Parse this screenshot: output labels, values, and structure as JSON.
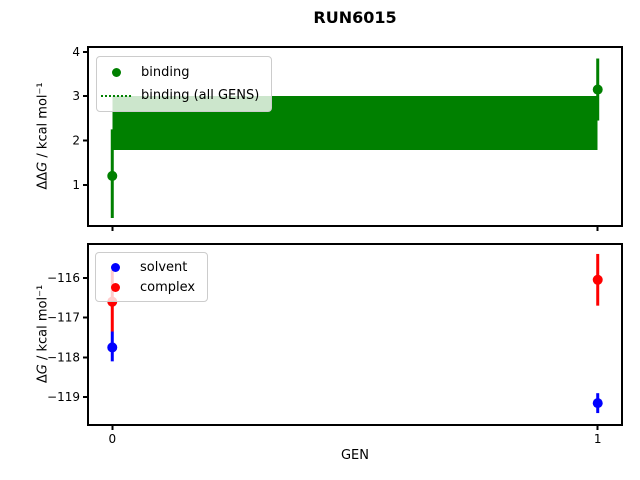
{
  "title": "RUN6015",
  "xlabel": "GEN",
  "colors": {
    "binding": "#008000",
    "solvent": "#0000ff",
    "complex": "#ff0000",
    "axis": "#000000",
    "legend_border": "#cccccc",
    "background": "#ffffff"
  },
  "chart_data": [
    {
      "type": "errorbar",
      "name": "binding",
      "ylabel": "ΔΔG / kcal mol⁻¹",
      "ylabel_parts": {
        "prefix": "ΔΔ",
        "italic": "G",
        "suffix": " / kcal mol⁻¹"
      },
      "xlim": [
        -0.05,
        1.05
      ],
      "ylim": [
        0.07,
        4.11
      ],
      "yticks": [
        {
          "v": 1,
          "label": "1"
        },
        {
          "v": 2,
          "label": "2"
        },
        {
          "v": 3,
          "label": "3"
        },
        {
          "v": 4,
          "label": "4"
        }
      ],
      "xticks": [
        {
          "v": 0,
          "label": "0"
        },
        {
          "v": 1,
          "label": "1"
        }
      ],
      "show_xtick_labels": false,
      "band": {
        "name": "binding (all GENS)",
        "x0": 0,
        "x1": 1,
        "lo": 1.78,
        "hi": 3.0,
        "color_key": "binding"
      },
      "series": [
        {
          "name": "binding",
          "color_key": "binding",
          "points": [
            {
              "x": 0,
              "y": 1.2,
              "lo": 0.25,
              "hi": 2.25
            },
            {
              "x": 1,
              "y": 3.15,
              "lo": 2.45,
              "hi": 3.85
            }
          ]
        }
      ],
      "legend": [
        {
          "label": "binding",
          "marker": "dot",
          "color_key": "binding"
        },
        {
          "label": "binding (all GENS)",
          "marker": "dotted-line",
          "color_key": "binding"
        }
      ]
    },
    {
      "type": "errorbar",
      "name": "free-energy",
      "ylabel": "ΔG / kcal mol⁻¹",
      "ylabel_parts": {
        "prefix": "Δ",
        "italic": "G",
        "suffix": " / kcal mol⁻¹"
      },
      "xlim": [
        -0.05,
        1.05
      ],
      "ylim": [
        -119.7,
        -115.15
      ],
      "yticks": [
        {
          "v": -116,
          "label": "−116"
        },
        {
          "v": -117,
          "label": "−117"
        },
        {
          "v": -118,
          "label": "−118"
        },
        {
          "v": -119,
          "label": "−119"
        }
      ],
      "xticks": [
        {
          "v": 0,
          "label": "0"
        },
        {
          "v": 1,
          "label": "1"
        }
      ],
      "show_xtick_labels": true,
      "series": [
        {
          "name": "solvent",
          "color_key": "solvent",
          "points": [
            {
              "x": 0,
              "y": -117.75,
              "lo": -118.1,
              "hi": -117.35
            },
            {
              "x": 1,
              "y": -119.15,
              "lo": -119.4,
              "hi": -118.9
            }
          ]
        },
        {
          "name": "complex",
          "color_key": "complex",
          "points": [
            {
              "x": 0,
              "y": -116.6,
              "lo": -117.35,
              "hi": -115.8
            },
            {
              "x": 1,
              "y": -116.05,
              "lo": -116.7,
              "hi": -115.4
            }
          ]
        }
      ],
      "legend": [
        {
          "label": "solvent",
          "marker": "dot",
          "color_key": "solvent"
        },
        {
          "label": "complex",
          "marker": "dot",
          "color_key": "complex"
        }
      ]
    }
  ]
}
